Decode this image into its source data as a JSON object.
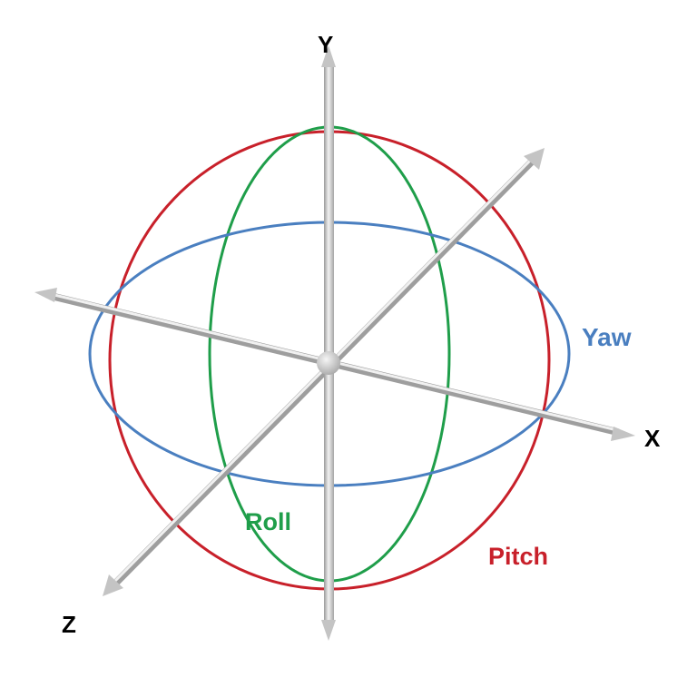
{
  "axes": {
    "x": "X",
    "y": "Y",
    "z": "Z"
  },
  "rotations": {
    "yaw": "Yaw",
    "pitch": "Pitch",
    "roll": "Roll"
  },
  "colors": {
    "yaw": "#4a7fc0",
    "pitch": "#c8202a",
    "roll": "#1f9e4a",
    "axis": "#bdbdbd",
    "label": "#000000"
  }
}
